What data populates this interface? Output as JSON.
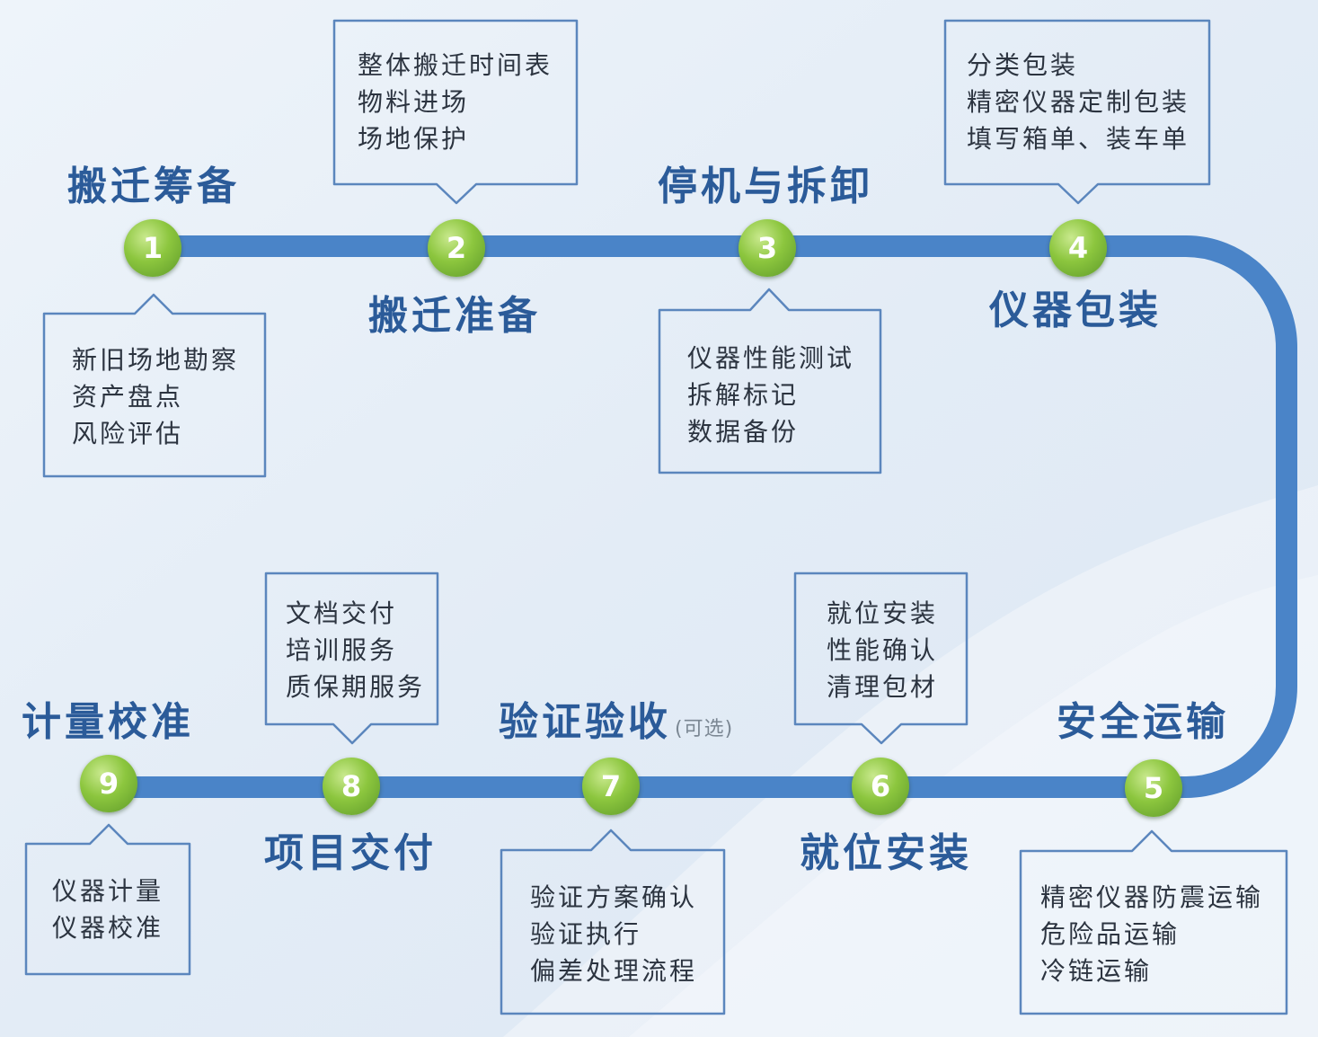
{
  "colors": {
    "track": "#4a84c8",
    "title": "#2b5b99",
    "box_border": "#5b86bd",
    "node": "#8cc63e",
    "background": "#e8f0f8"
  },
  "steps": [
    {
      "number": "1",
      "title": "搬迁筹备",
      "items": [
        "新旧场地勘察",
        "资产盘点",
        "风险评估"
      ]
    },
    {
      "number": "2",
      "title": "搬迁准备",
      "items": [
        "整体搬迁时间表",
        "物料进场",
        "场地保护"
      ]
    },
    {
      "number": "3",
      "title": "停机与拆卸",
      "items": [
        "仪器性能测试",
        "拆解标记",
        "数据备份"
      ]
    },
    {
      "number": "4",
      "title": "仪器包装",
      "items": [
        "分类包装",
        "精密仪器定制包装",
        "填写箱单、装车单"
      ]
    },
    {
      "number": "5",
      "title": "安全运输",
      "items": [
        "精密仪器防震运输",
        "危险品运输",
        "冷链运输"
      ]
    },
    {
      "number": "6",
      "title": "就位安装",
      "items": [
        "就位安装",
        "性能确认",
        "清理包材"
      ]
    },
    {
      "number": "7",
      "title": "验证验收",
      "subtitle": "(可选)",
      "items": [
        "验证方案确认",
        "验证执行",
        "偏差处理流程"
      ]
    },
    {
      "number": "8",
      "title": "项目交付",
      "items": [
        "文档交付",
        "培训服务",
        "质保期服务"
      ]
    },
    {
      "number": "9",
      "title": "计量校准",
      "items": [
        "仪器计量",
        "仪器校准"
      ]
    }
  ]
}
